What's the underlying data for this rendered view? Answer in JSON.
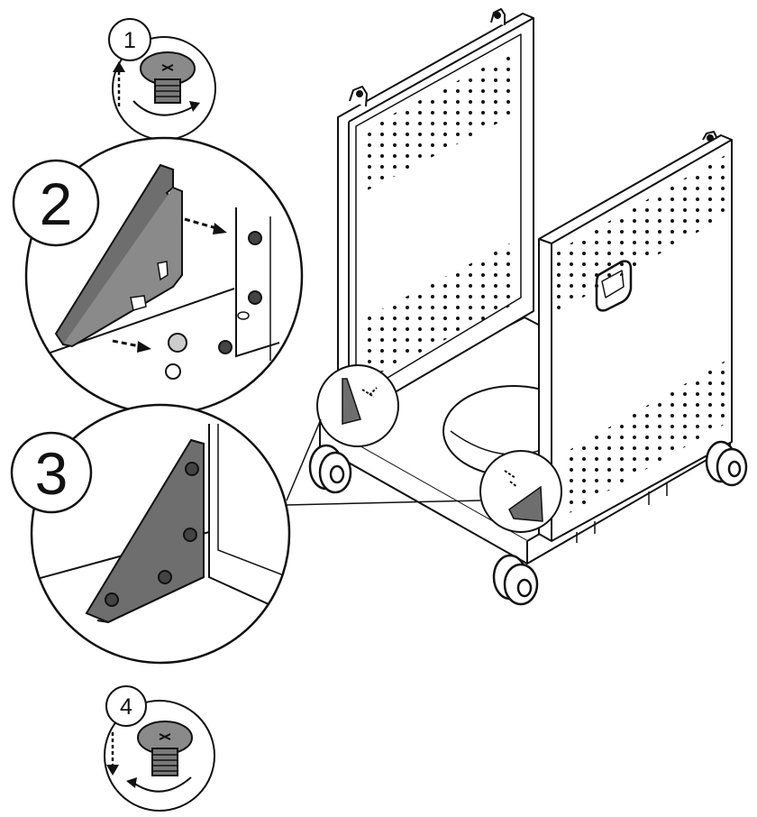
{
  "diagram": {
    "title": "",
    "steps": [
      {
        "label": "1",
        "icon": "screw-loosen-icon"
      },
      {
        "label": "2",
        "icon": "bracket-attach-icon"
      },
      {
        "label": "3",
        "icon": "bracket-installed-icon"
      },
      {
        "label": "4",
        "icon": "screw-tighten-icon"
      }
    ],
    "colors": {
      "line": "#111111",
      "fill_dark": "#6e6e6e",
      "fill_mid": "#8a8a8a",
      "background": "#ffffff"
    }
  }
}
